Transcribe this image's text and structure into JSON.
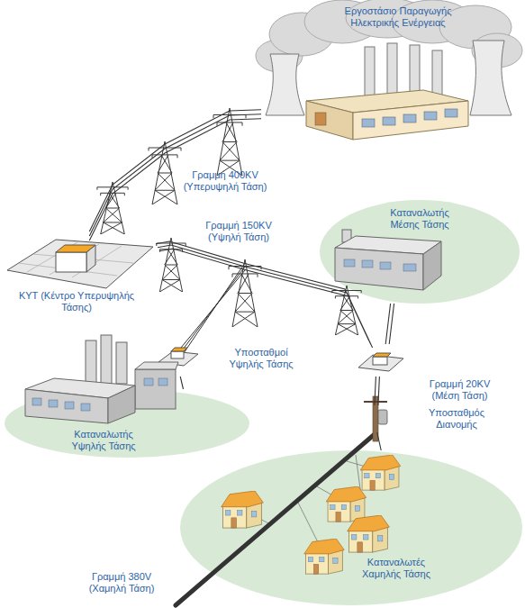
{
  "diagram": {
    "nodes": [
      {
        "text": [
          "Εργοστάσιο Παραγωγής Ηλεκτρικής Ενέργειας"
        ]
      },
      {
        "text": [
          "ΚΥΤ (Κέντρο Υπερυψηλής Τάσης)"
        ]
      },
      {
        "text": [
          "Υποσταθμοί Υψηλής Τάσης"
        ]
      },
      {
        "text": [
          "Καταναλωτής Υψηλής Τάσης"
        ]
      },
      {
        "text": [
          "Καταναλωτής Μέσης Τάσης"
        ]
      },
      {
        "text": [
          "Υποσταθμός Διανομής"
        ]
      },
      {
        "text": [
          "Καταναλωτές Χαμηλής Τάσης"
        ]
      }
    ],
    "edges": [
      {
        "from": 0,
        "to": 1,
        "label": "Γραμμή 400KV (Υπερυψηλή Τάση)",
        "arrow": "none"
      },
      {
        "from": 1,
        "to": 2,
        "label": "Γραμμή 150KV (Υψηλή Τάση)",
        "arrow": "none"
      },
      {
        "from": 2,
        "to": 3,
        "arrow": "none"
      },
      {
        "from": 2,
        "to": 4,
        "arrow": "none"
      },
      {
        "from": 2,
        "to": 5,
        "label": "Γραμμή 20KV (Μέση Τάση)",
        "arrow": "none"
      },
      {
        "from": 5,
        "to": 6,
        "arrow": "none"
      }
    ],
    "labels": [
      "Γραμμή 380V (Χαμηλή Τάση)"
    ]
  }
}
